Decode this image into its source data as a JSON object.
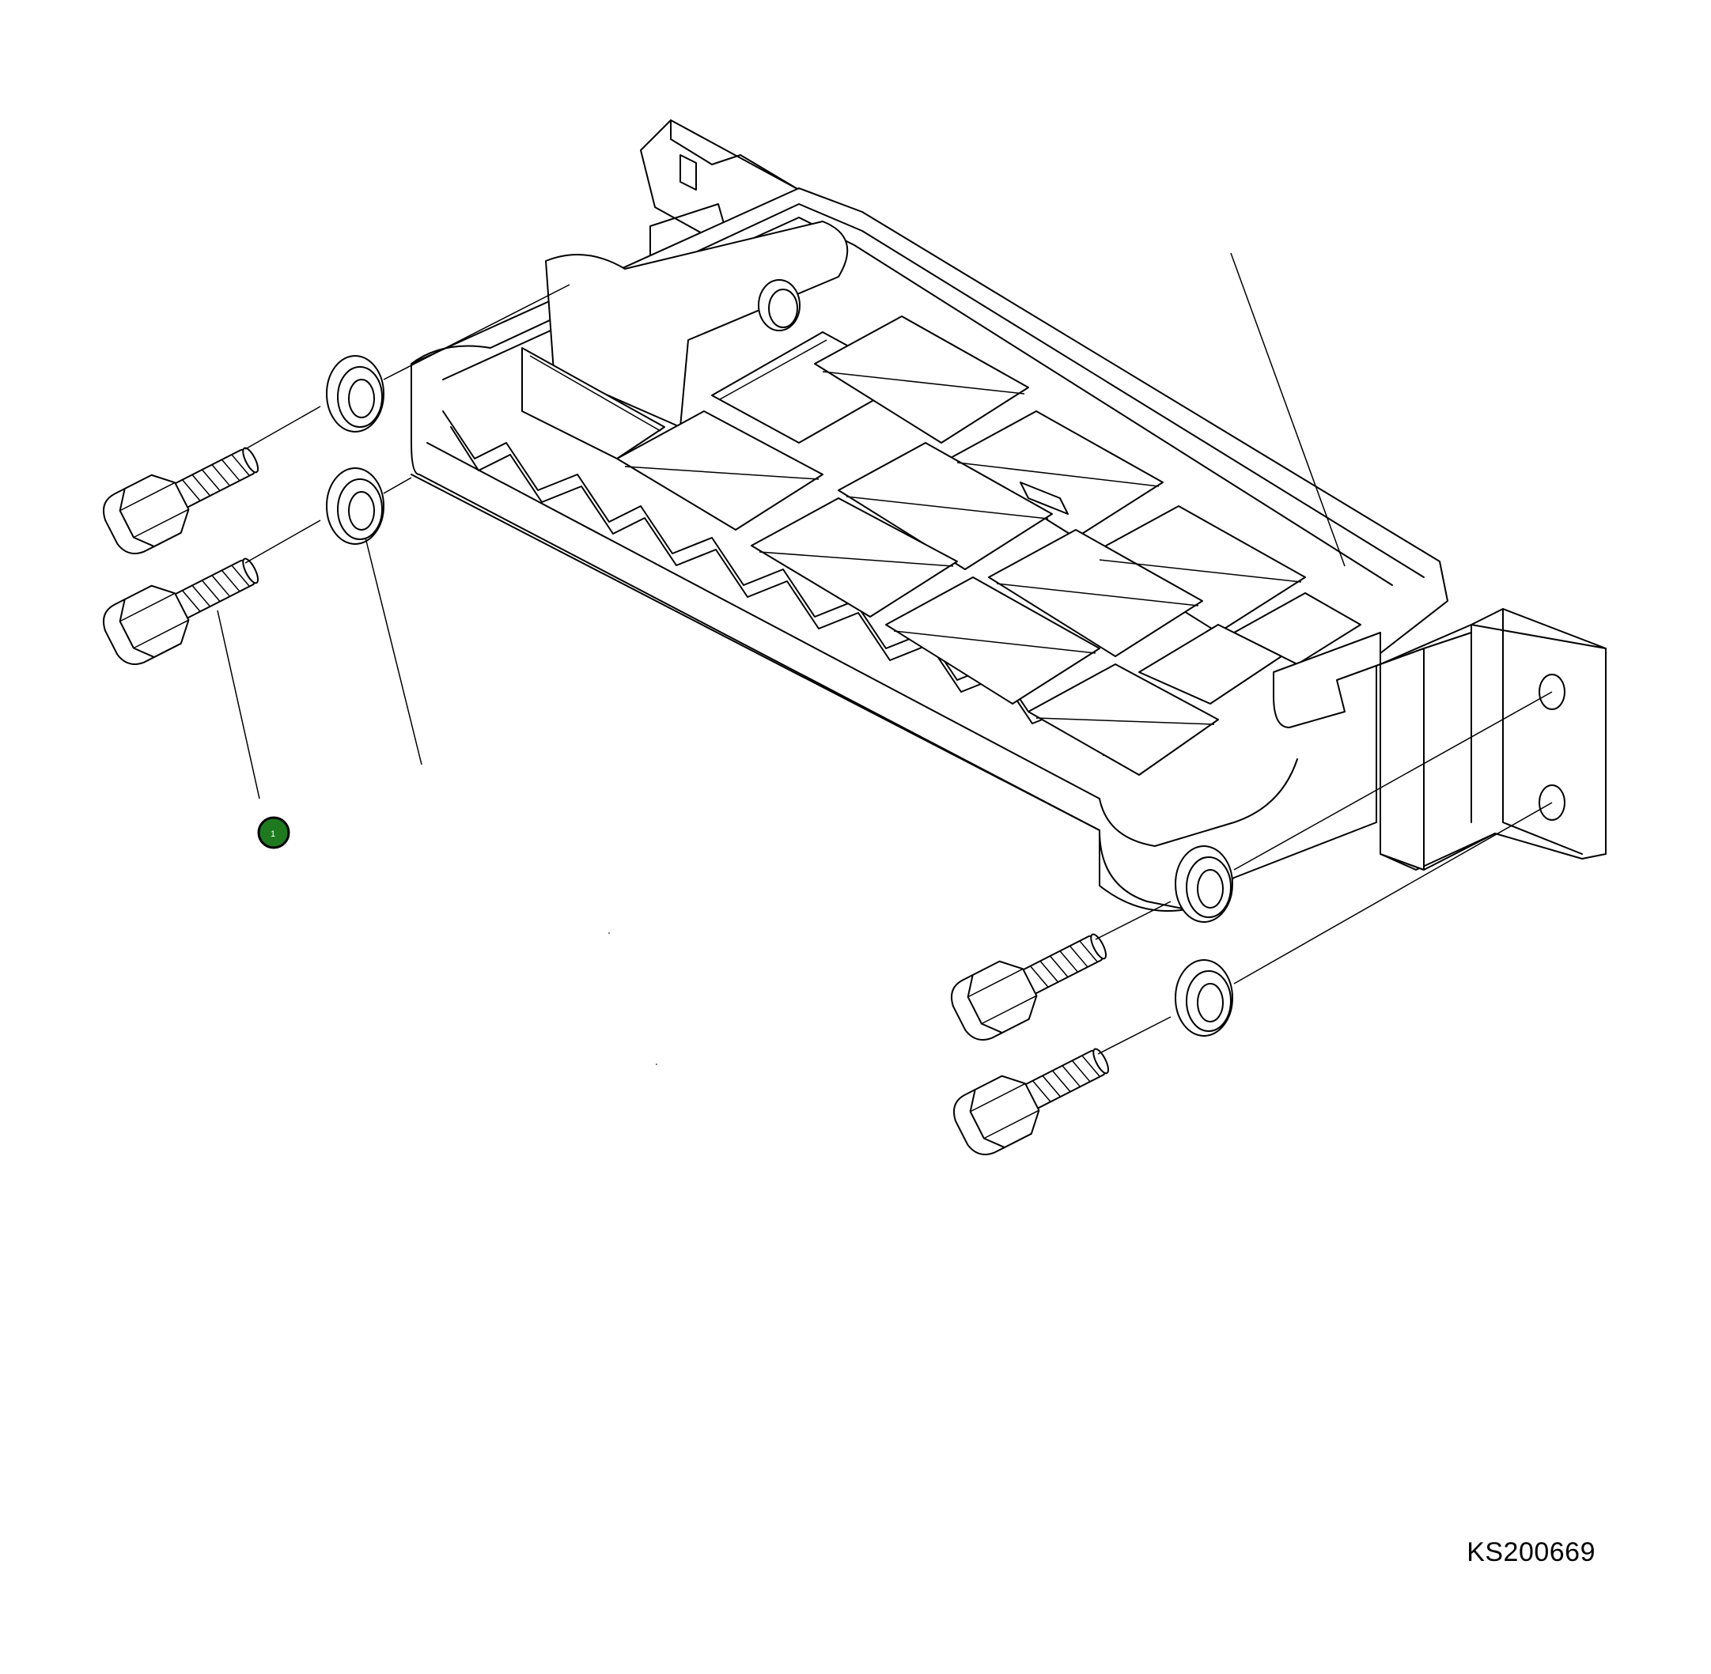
{
  "figure": {
    "id": "KS200669"
  },
  "callouts": [
    {
      "label": "1",
      "color": "#1f7a1f",
      "interactive": true
    }
  ],
  "parts": [
    {
      "name": "step-bracket",
      "icon": "step-bracket-icon"
    },
    {
      "name": "bolt",
      "icon": "hex-bolt-icon",
      "quantity_shown": 4
    },
    {
      "name": "washer",
      "icon": "washer-icon",
      "quantity_shown": 4
    }
  ]
}
